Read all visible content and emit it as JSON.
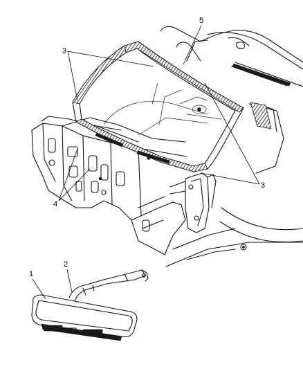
{
  "callouts": {
    "c1": "1",
    "c2": "2",
    "c3a": "3",
    "c3b": "3",
    "c4": "4",
    "c5": "5"
  },
  "parts": {
    "windshield": "windshield-glass",
    "mirror": "rearview-mirror",
    "body": "cowl-and-dash-panel"
  },
  "colors": {
    "line": "#111111",
    "background": "#ffffff"
  }
}
